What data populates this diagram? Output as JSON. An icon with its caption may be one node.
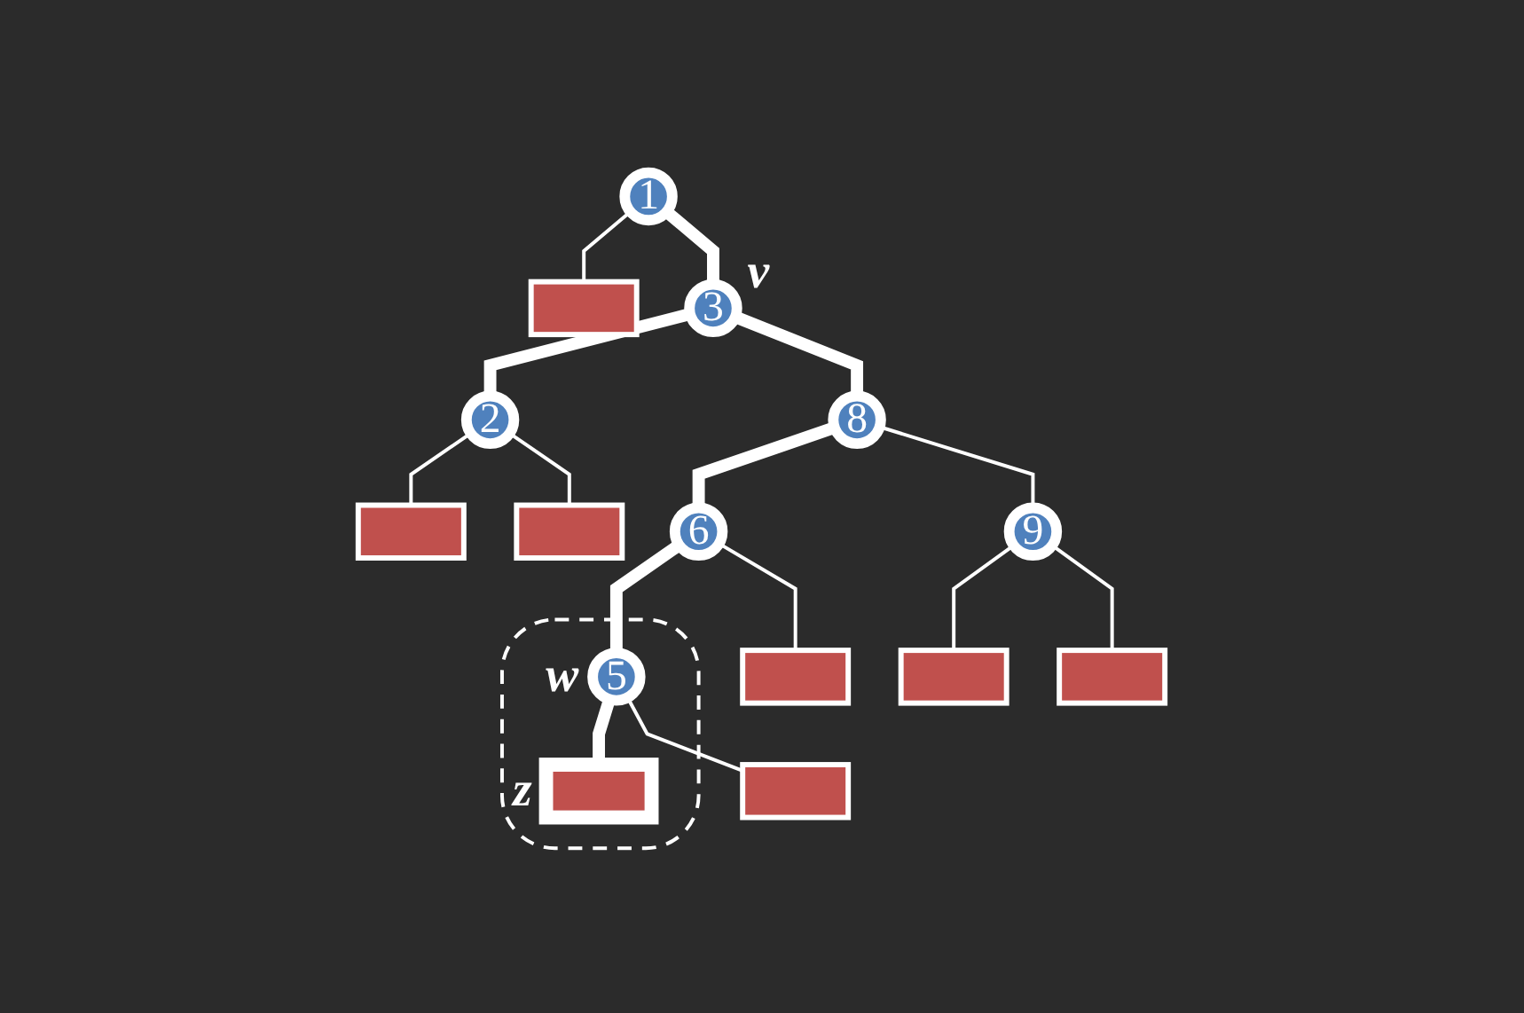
{
  "diagram": {
    "nodes": [
      {
        "text": [
          "1"
        ]
      },
      {
        "text": [],
        "shape": "box"
      },
      {
        "text": [
          "3"
        ],
        "beside": [
          "v"
        ]
      },
      {
        "text": [
          "2"
        ]
      },
      {
        "text": [
          "8"
        ]
      },
      {
        "text": [],
        "shape": "box"
      },
      {
        "text": [],
        "shape": "box"
      },
      {
        "text": [
          "6"
        ]
      },
      {
        "text": [
          "9"
        ]
      },
      {
        "text": [],
        "shape": "box"
      },
      {
        "text": [
          "5"
        ],
        "in": 9,
        "beside": [
          "w"
        ]
      },
      {
        "text": [],
        "shape": "box"
      },
      {
        "text": [],
        "shape": "box"
      },
      {
        "text": [],
        "shape": "box"
      },
      {
        "text": [],
        "shape": "box",
        "in": 9,
        "beside": [
          "z"
        ]
      },
      {
        "text": [],
        "shape": "box"
      }
    ],
    "edges": [
      {
        "from": 0,
        "to": 1,
        "arrow": "none"
      },
      {
        "from": 0,
        "to": 2,
        "arrow": "none",
        "style": "thick"
      },
      {
        "from": 2,
        "to": 3,
        "arrow": "none",
        "style": "thick"
      },
      {
        "from": 2,
        "to": 4,
        "arrow": "none",
        "style": "thick"
      },
      {
        "from": 3,
        "to": 5,
        "arrow": "none"
      },
      {
        "from": 3,
        "to": 6,
        "arrow": "none"
      },
      {
        "from": 4,
        "to": 7,
        "arrow": "none",
        "style": "thick"
      },
      {
        "from": 4,
        "to": 8,
        "arrow": "none"
      },
      {
        "from": 7,
        "to": 10,
        "arrow": "none",
        "style": "thick"
      },
      {
        "from": 7,
        "to": 11,
        "arrow": "none"
      },
      {
        "from": 8,
        "to": 12,
        "arrow": "none"
      },
      {
        "from": 8,
        "to": 13,
        "arrow": "none"
      },
      {
        "from": 10,
        "to": 14,
        "arrow": "none",
        "style": "thick"
      },
      {
        "from": 10,
        "to": 15,
        "arrow": "none"
      }
    ]
  }
}
